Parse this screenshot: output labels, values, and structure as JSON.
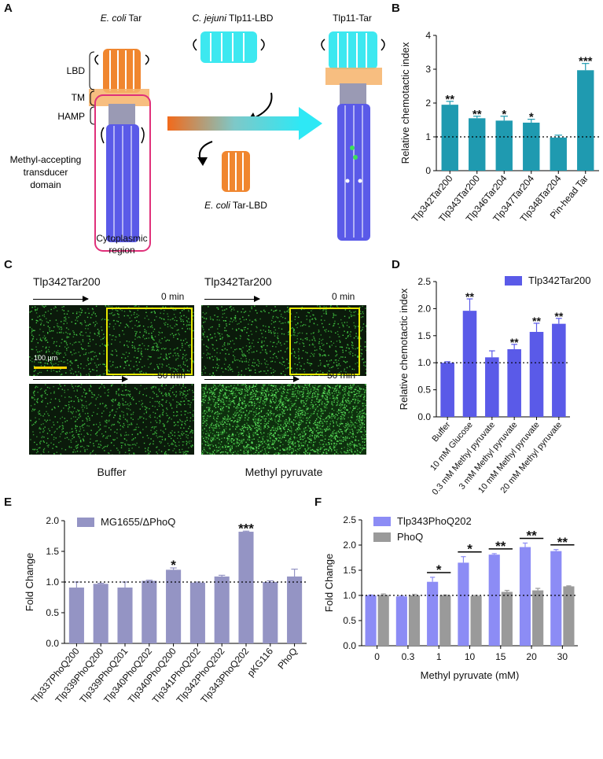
{
  "panels": {
    "a": "A",
    "b": "B",
    "c": "C",
    "d": "D",
    "e": "E",
    "f": "F"
  },
  "panel_a": {
    "ecoli_tar_species": "E. coli",
    "ecoli_tar_name": " Tar",
    "cj_species": "C. jejuni",
    "cj_name": " Tlp11-LBD",
    "chimera_name": "Tlp11-Tar",
    "lbd": "LBD",
    "tm": "TM",
    "hamp": "HAMP",
    "mat_line1": "Methyl-accepting",
    "mat_line2": "transducer",
    "mat_line3": "domain",
    "cyto_line1": "Cytoplasmic",
    "cyto_line2": "region",
    "tarlbd_species": "E. coli",
    "tarlbd_name": " Tar-LBD",
    "colors": {
      "orange": "#f0862f",
      "cyan": "#3de8f0",
      "blue": "#5a5ae8",
      "pink": "#e0307a"
    }
  },
  "panel_c": {
    "left_title": "Tlp342Tar200",
    "right_title": "Tlp342Tar200",
    "time0": "0 min",
    "time50": "50 min",
    "scale": "100 μm",
    "left_caption": "Buffer",
    "right_caption": "Methyl pyruvate"
  },
  "chart_data": [
    {
      "type": "bar",
      "panel": "B",
      "ylabel": "Relative chemotactic index",
      "ylim": [
        0,
        4
      ],
      "yticks": [
        "0",
        "1",
        "2",
        "3",
        "4"
      ],
      "categories": [
        "Tlp342Tar200",
        "Tlp343Tar200",
        "Tlp346Tar204",
        "Tlp347Tar204",
        "Tlp348Tar204",
        "Pin-head Tar"
      ],
      "values": [
        1.95,
        1.55,
        1.48,
        1.42,
        0.98,
        2.97
      ],
      "errors": [
        0.1,
        0.06,
        0.13,
        0.1,
        0.07,
        0.2
      ],
      "significance": [
        "**",
        "**",
        "*",
        "*",
        "",
        "***"
      ],
      "color": "#1f9ab0",
      "reference_line": 1
    },
    {
      "type": "bar",
      "panel": "D",
      "ylabel": "Relative chemotactic index",
      "ylim": [
        0,
        2.5
      ],
      "yticks": [
        "0.0",
        "0.5",
        "1.0",
        "1.5",
        "2.0",
        "2.5"
      ],
      "categories": [
        "Buffer",
        "10 mM Glucose",
        "0.3 mM Methyl pyruvate",
        "3 mM Methyl pyruvate",
        "10 mM Methyl pyruvate",
        "20 mM Methyl pyruvate"
      ],
      "values": [
        1.0,
        1.96,
        1.1,
        1.25,
        1.57,
        1.72
      ],
      "errors": [
        0.02,
        0.22,
        0.12,
        0.09,
        0.16,
        0.1
      ],
      "significance": [
        "",
        "**",
        "",
        "**",
        "**",
        "**"
      ],
      "series_name": "Tlp342Tar200",
      "color": "#5a5ae8",
      "reference_line": 1.0
    },
    {
      "type": "bar",
      "panel": "E",
      "ylabel": "Fold Change",
      "ylim": [
        0,
        2.0
      ],
      "yticks": [
        "0.0",
        "0.5",
        "1.0",
        "1.5",
        "2.0"
      ],
      "categories": [
        "Tlp337PhoQ200",
        "Tlp339PhoQ200",
        "Tlp339PhoQ201",
        "Tlp340PhoQ202",
        "Tlp340PhoQ200",
        "Tlp341PhoQ202",
        "Tlp342PhoQ202",
        "Tlp343PhoQ202",
        "pKG116",
        "PhoQ"
      ],
      "values": [
        0.91,
        0.97,
        0.91,
        1.02,
        1.2,
        0.99,
        1.09,
        1.82,
        1.0,
        1.09
      ],
      "errors": [
        0.09,
        0.01,
        0.09,
        0.01,
        0.03,
        0.01,
        0.02,
        0.01,
        0.02,
        0.12
      ],
      "significance": [
        "",
        "",
        "",
        "",
        "*",
        "",
        "",
        "***",
        "",
        ""
      ],
      "series_name": "MG1655/ΔPhoQ",
      "color": "#9494c4",
      "reference_line": 1.0
    },
    {
      "type": "bar",
      "panel": "F",
      "ylabel": "Fold Change",
      "xlabel": "Methyl pyruvate (mM)",
      "ylim": [
        0,
        2.5
      ],
      "yticks": [
        "0.0",
        "0.5",
        "1.0",
        "1.5",
        "2.0",
        "2.5"
      ],
      "categories": [
        "0",
        "0.3",
        "1",
        "10",
        "15",
        "20",
        "30"
      ],
      "series": [
        {
          "name": "Tlp343PhoQ202",
          "values": [
            1.0,
            0.98,
            1.27,
            1.65,
            1.81,
            1.96,
            1.88
          ],
          "errors": [
            0.01,
            0.01,
            0.09,
            0.12,
            0.02,
            0.08,
            0.03
          ],
          "color": "#8c8cf5"
        },
        {
          "name": "PhoQ",
          "values": [
            1.01,
            1.0,
            1.0,
            0.99,
            1.07,
            1.1,
            1.18
          ],
          "errors": [
            0.02,
            0.02,
            0.01,
            0.01,
            0.03,
            0.04,
            0.01
          ],
          "color": "#9a9a9a"
        }
      ],
      "significance": [
        "",
        "",
        "*",
        "*",
        "**",
        "**",
        "**"
      ],
      "reference_line": 1.0
    }
  ]
}
